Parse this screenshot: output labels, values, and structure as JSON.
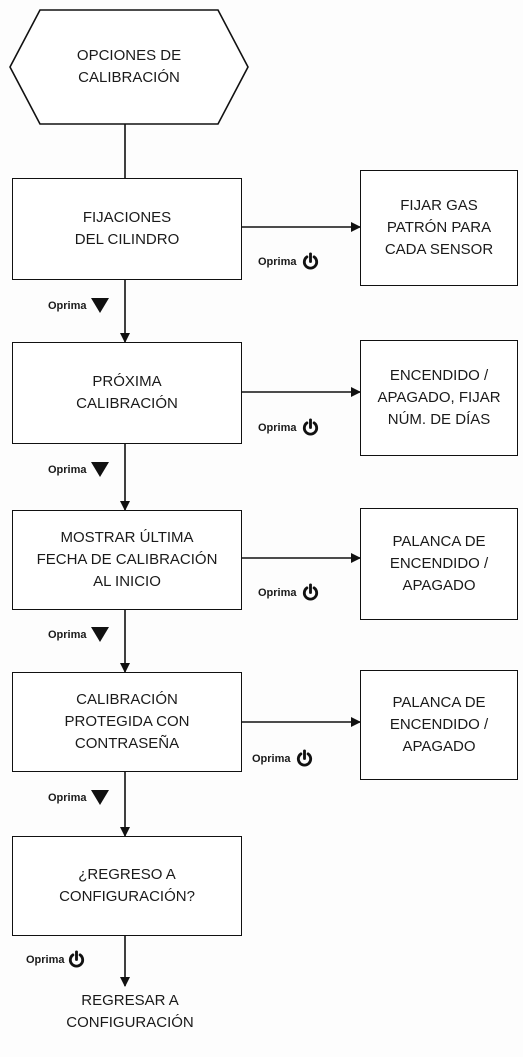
{
  "start": "OPCIONES DE\nCALIBRACIÓN",
  "steps": [
    {
      "label": "FIJACIONES\nDEL CILINDRO",
      "side": "FIJAR GAS\nPATRÓN PARA\nCADA SENSOR"
    },
    {
      "label": "PRÓXIMA\nCALIBRACIÓN",
      "side": "ENCENDIDO /\nAPAGADO, FIJAR\nNÚM. DE DÍAS"
    },
    {
      "label": "MOSTRAR ÚLTIMA\nFECHA DE CALIBRACIÓN\nAL INICIO",
      "side": "PALANCA DE\nENCENDIDO /\nAPAGADO"
    },
    {
      "label": "CALIBRACIÓN\nPROTEGIDA CON\nCONTRASEÑA",
      "side": "PALANCA DE\nENCENDIDO /\nAPAGADO"
    },
    {
      "label": "¿REGRESO A\nCONFIGURACIÓN?"
    }
  ],
  "end": "REGRESAR A\nCONFIGURACIÓN",
  "press_label": "Oprima",
  "icons": {
    "down": "down-triangle-icon",
    "power": "power-icon"
  }
}
